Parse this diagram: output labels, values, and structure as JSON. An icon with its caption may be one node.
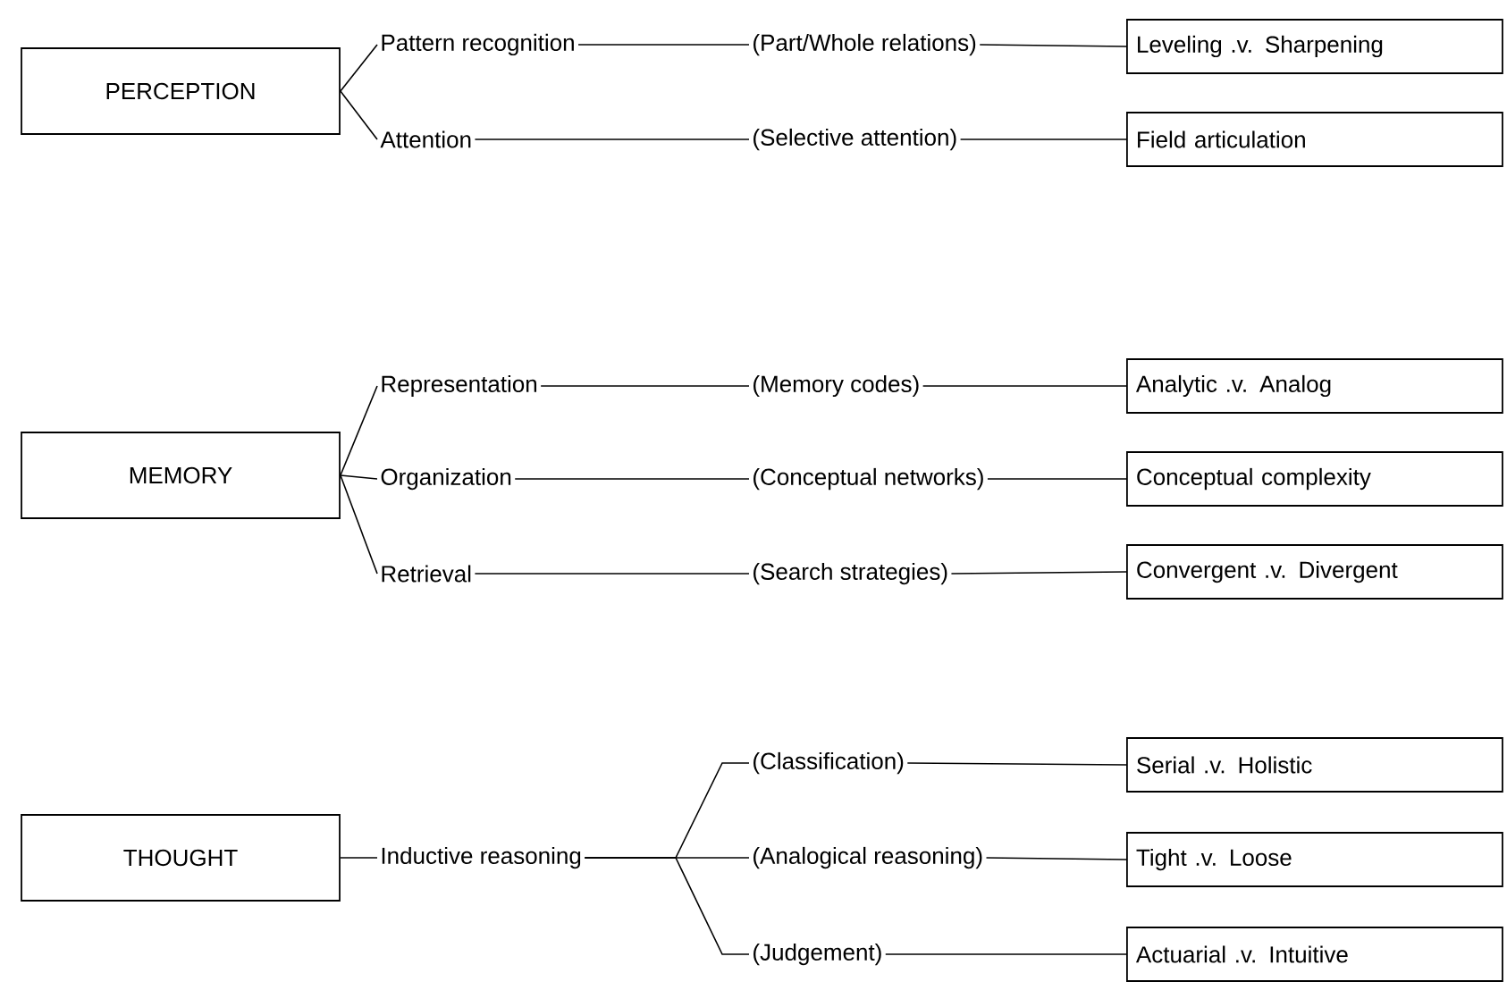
{
  "diagram": {
    "nodes": [
      {
        "text": [
          "PERCEPTION"
        ]
      },
      {
        "text": [
          "Pattern recognition"
        ]
      },
      {
        "text": [
          "(Part/Whole relations)"
        ]
      },
      {
        "text": [
          "Leveling .v. Sharpening"
        ]
      },
      {
        "text": [
          "Attention"
        ]
      },
      {
        "text": [
          "(Selective attention)"
        ]
      },
      {
        "text": [
          "Field articulation"
        ]
      },
      {
        "text": [
          "MEMORY"
        ]
      },
      {
        "text": [
          "Representation"
        ]
      },
      {
        "text": [
          "(Memory codes)"
        ]
      },
      {
        "text": [
          "Analytic .v. Analog"
        ]
      },
      {
        "text": [
          "Organization"
        ]
      },
      {
        "text": [
          "(Conceptual networks)"
        ]
      },
      {
        "text": [
          "Conceptual complexity"
        ]
      },
      {
        "text": [
          "Retrieval"
        ]
      },
      {
        "text": [
          "(Search strategies)"
        ]
      },
      {
        "text": [
          "Convergent .v. Divergent"
        ]
      },
      {
        "text": [
          "THOUGHT"
        ]
      },
      {
        "text": [
          "Inductive reasoning"
        ]
      },
      {
        "text": [
          "(Classification)"
        ]
      },
      {
        "text": [
          "Serial .v. Holistic"
        ]
      },
      {
        "text": [
          "(Analogical reasoning)"
        ]
      },
      {
        "text": [
          "Tight .v. Loose"
        ]
      },
      {
        "text": [
          "(Judgement)"
        ]
      },
      {
        "text": [
          "Actuarial .v. Intuitive"
        ]
      }
    ],
    "edges": [
      {
        "from": 0,
        "to": 1,
        "arrow": "none"
      },
      {
        "from": 1,
        "to": 2,
        "arrow": "none"
      },
      {
        "from": 2,
        "to": 3,
        "arrow": "none"
      },
      {
        "from": 0,
        "to": 4,
        "arrow": "none"
      },
      {
        "from": 4,
        "to": 5,
        "arrow": "none"
      },
      {
        "from": 5,
        "to": 6,
        "arrow": "none"
      },
      {
        "from": 7,
        "to": 8,
        "arrow": "none"
      },
      {
        "from": 8,
        "to": 9,
        "arrow": "none"
      },
      {
        "from": 9,
        "to": 10,
        "arrow": "none"
      },
      {
        "from": 7,
        "to": 11,
        "arrow": "none"
      },
      {
        "from": 11,
        "to": 12,
        "arrow": "none"
      },
      {
        "from": 12,
        "to": 13,
        "arrow": "none"
      },
      {
        "from": 7,
        "to": 14,
        "arrow": "none"
      },
      {
        "from": 14,
        "to": 15,
        "arrow": "none"
      },
      {
        "from": 15,
        "to": 16,
        "arrow": "none"
      },
      {
        "from": 17,
        "to": 18,
        "arrow": "none"
      },
      {
        "from": 18,
        "to": 19,
        "arrow": "none"
      },
      {
        "from": 19,
        "to": 20,
        "arrow": "none"
      },
      {
        "from": 18,
        "to": 21,
        "arrow": "none"
      },
      {
        "from": 21,
        "to": 22,
        "arrow": "none"
      },
      {
        "from": 18,
        "to": 23,
        "arrow": "none"
      },
      {
        "from": 23,
        "to": 24,
        "arrow": "none"
      }
    ]
  }
}
